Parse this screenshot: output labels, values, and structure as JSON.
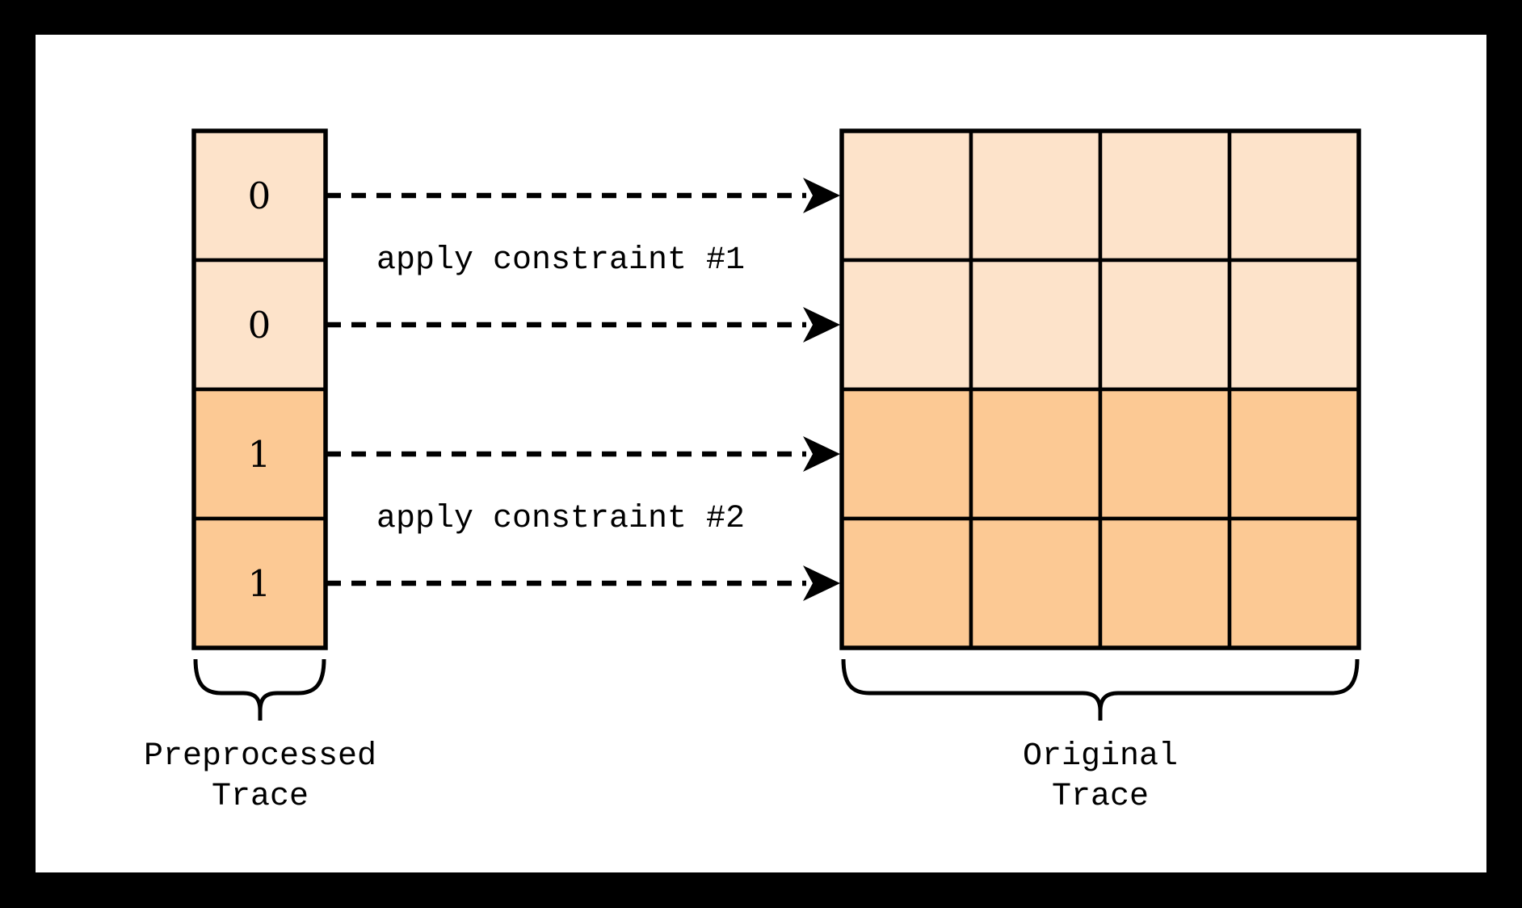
{
  "figure": {
    "background": "#000000",
    "canvas": "#ffffff",
    "type": "trace-preprocessing-diagram"
  },
  "colors": {
    "cell_light": "#FDE3CA",
    "cell_dark": "#FCC994",
    "line": "#000000"
  },
  "preprocessed_trace": {
    "cells": [
      "0",
      "0",
      "1",
      "1"
    ],
    "label_line1": "Preprocessed",
    "label_line2": "Trace"
  },
  "original_trace": {
    "rows": 4,
    "cols": 4,
    "row_shading": [
      "light",
      "light",
      "dark",
      "dark"
    ],
    "label_line1": "Original",
    "label_line2": "Trace"
  },
  "annotations": {
    "constraint1": "apply constraint #1",
    "constraint2": "apply constraint #2"
  }
}
